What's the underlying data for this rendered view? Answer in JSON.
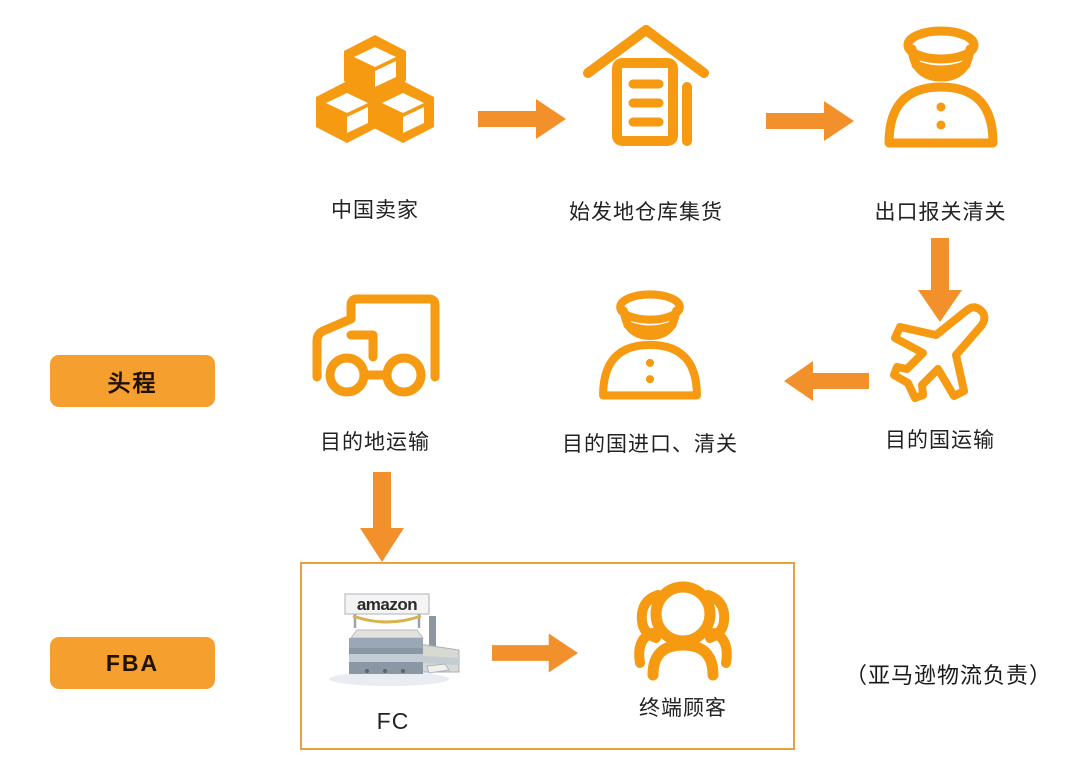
{
  "theme": {
    "icon_orange": "#F59A11",
    "badge_orange": "#F5A02E",
    "arrow_orange": "#F2912B",
    "box_border": "#E8A33D",
    "text_color": "#222222",
    "background": "#FFFFFF"
  },
  "badges": [
    {
      "id": "first-leg",
      "label": "头程"
    },
    {
      "id": "fba",
      "label": "FBA"
    }
  ],
  "nodes": [
    {
      "id": "seller",
      "icon": "stacked-boxes-icon",
      "label": "中国卖家"
    },
    {
      "id": "origin-warehouse",
      "icon": "warehouse-icon",
      "label": "始发地仓库集货"
    },
    {
      "id": "export-customs",
      "icon": "customs-officer-icon",
      "label": "出口报关清关"
    },
    {
      "id": "destination-transport",
      "icon": "truck-icon",
      "label": "目的地运输"
    },
    {
      "id": "import-customs",
      "icon": "customs-officer-icon",
      "label": "目的国进口、清关"
    },
    {
      "id": "international-freight",
      "icon": "airplane-icon",
      "label": "目的国运输"
    },
    {
      "id": "fulfillment-center",
      "icon": "amazon-warehouse-icon",
      "label": "FC"
    },
    {
      "id": "end-customer",
      "icon": "customers-icon",
      "label": "终端顾客"
    }
  ],
  "arrows": [
    {
      "id": "seller-to-warehouse",
      "direction": "right"
    },
    {
      "id": "warehouse-to-export",
      "direction": "right"
    },
    {
      "id": "export-to-freight",
      "direction": "down"
    },
    {
      "id": "freight-to-import",
      "direction": "left"
    },
    {
      "id": "transport-to-fc",
      "direction": "down"
    },
    {
      "id": "fc-to-customer",
      "direction": "right"
    }
  ],
  "note": "（亚马逊物流负责）"
}
